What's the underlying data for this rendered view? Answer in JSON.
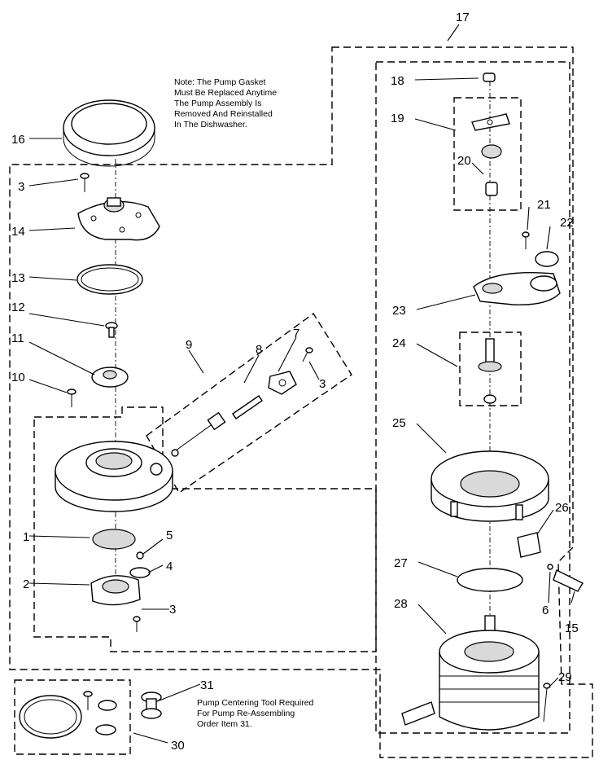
{
  "note": {
    "lines": [
      "Note: The Pump Gasket",
      "Must Be Replaced Anytime",
      "The Pump Assembly Is",
      "Removed And Reinstalled",
      "In The Dishwasher."
    ]
  },
  "tool_note": {
    "lines": [
      "Pump Centering Tool Required",
      "For Pump Re-Assembling",
      "Order Item 31."
    ]
  },
  "callouts": {
    "c1": "1",
    "c2": "2",
    "c3a": "3",
    "c3b": "3",
    "c3c": "3",
    "c4": "4",
    "c5": "5",
    "c6": "6",
    "c7": "7",
    "c8": "8",
    "c9": "9",
    "c10": "10",
    "c11": "11",
    "c12": "12",
    "c13": "13",
    "c14": "14",
    "c15": "15",
    "c16": "16",
    "c17": "17",
    "c18": "18",
    "c19": "19",
    "c20": "20",
    "c21": "21",
    "c22": "22",
    "c23": "23",
    "c24": "24",
    "c25": "25",
    "c26": "26",
    "c27": "27",
    "c28": "28",
    "c29": "29",
    "c30": "30",
    "c31": "31"
  }
}
